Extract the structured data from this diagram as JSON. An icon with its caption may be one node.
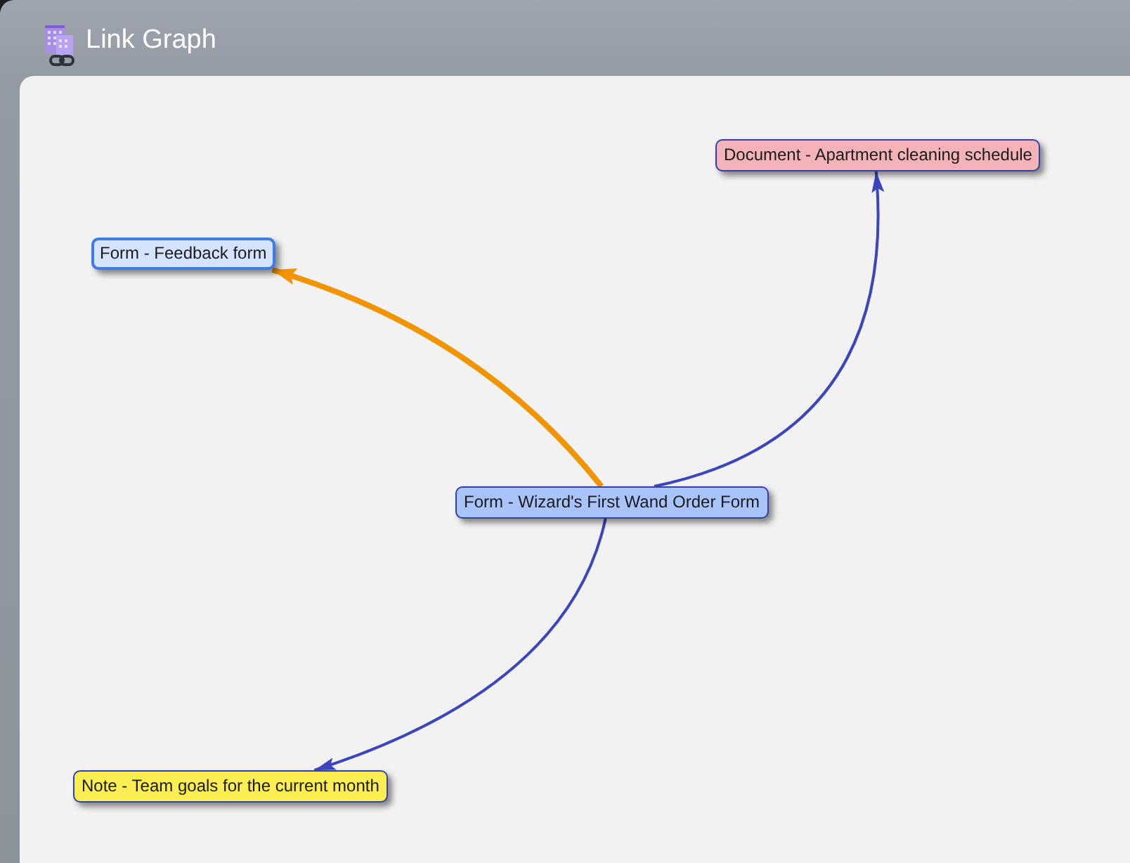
{
  "diagram": {
    "title": "Link Graph",
    "nodes": [
      {
        "text": [
          "Form - Feedback form"
        ]
      },
      {
        "text": [
          "Document - Apartment cleaning schedule"
        ]
      },
      {
        "text": [
          "Form - Wizard's First Wand Order Form"
        ]
      },
      {
        "text": [
          "Note - Team goals for the current month"
        ]
      }
    ],
    "edges": [
      {
        "from": 2,
        "to": 0,
        "arrow": "to",
        "style": "thick",
        "color": "#f29400"
      },
      {
        "from": 2,
        "to": 1,
        "arrow": "to"
      },
      {
        "from": 2,
        "to": 3,
        "arrow": "to"
      }
    ]
  }
}
